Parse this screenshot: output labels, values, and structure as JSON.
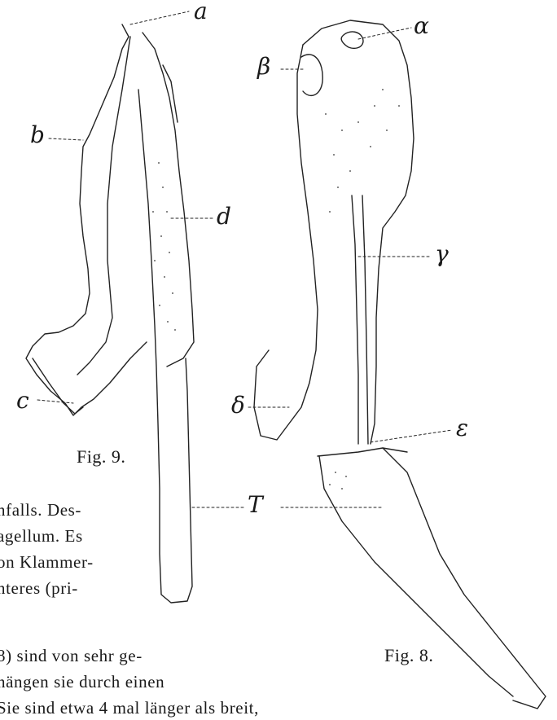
{
  "figure9": {
    "caption": "Fig. 9.",
    "labels": {
      "a": "a",
      "b": "b",
      "c": "c",
      "d": "d",
      "T": "T"
    }
  },
  "figure8": {
    "caption": "Fig. 8.",
    "labels": {
      "alpha": "α",
      "beta": "β",
      "gamma": "γ",
      "delta": "δ",
      "epsilon": "ε"
    }
  },
  "text_fragments": [
    "nfalls. Des-",
    "agellum. Es",
    "on Klammer-",
    "nteres (pri-",
    "8) sind von sehr ge-",
    "hängen sie durch einen",
    "Sie sind etwa 4 mal länger als breit,"
  ]
}
